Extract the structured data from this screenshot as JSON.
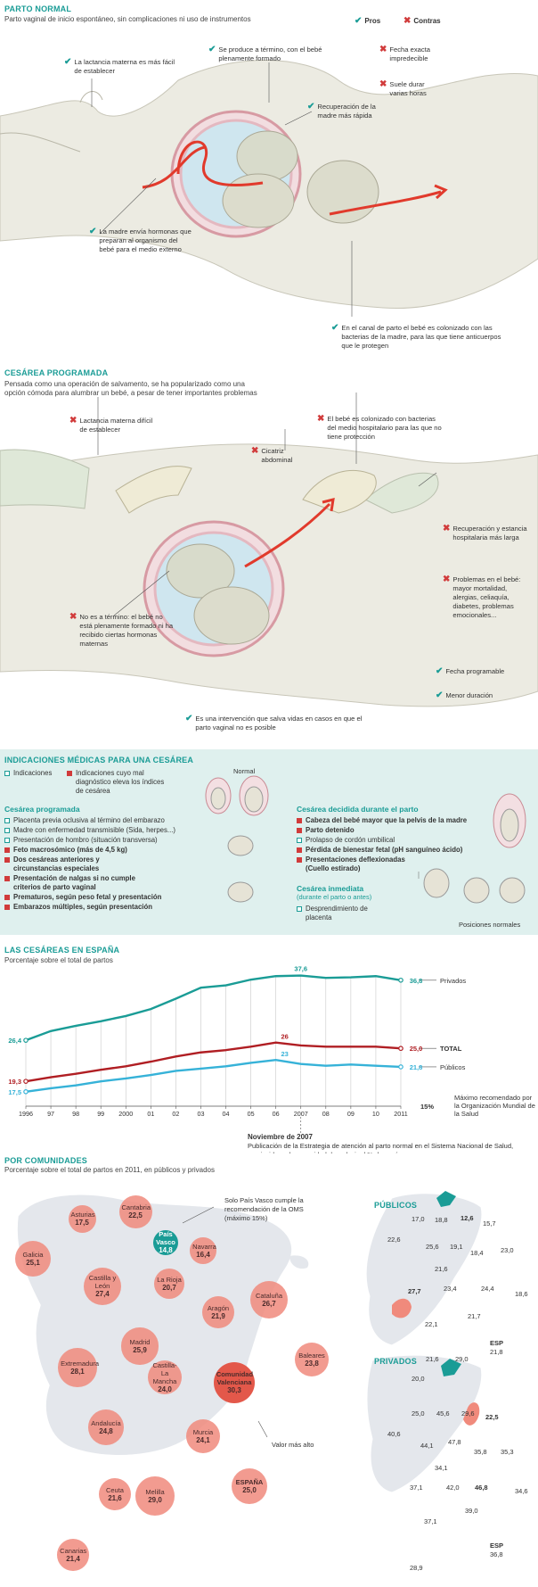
{
  "parto_normal": {
    "title": "PARTO NORMAL",
    "subtitle": "Parto vaginal de inicio espontáneo, sin complicaciones ni uso de instrumentos",
    "legend": {
      "pros": "Pros",
      "contras": "Contras"
    },
    "pros": [
      "La lactancia materna es más fácil de establecer",
      "Se produce a término, con el bebé plenamente formado",
      "Recuperación de la madre más rápida",
      "La madre envía hormonas que preparan al organismo del bebé para el medio externo",
      "En el canal de parto el bebé es colonizado con las bacterias de la madre, para las que tiene anticuerpos que le protegen"
    ],
    "contras": [
      "Fecha exacta impredecible",
      "Suele durar varias horas"
    ]
  },
  "cesarea": {
    "title": "CESÁREA PROGRAMADA",
    "subtitle_1": "Pensada como una operación de salvamento, se ha popularizado como una",
    "subtitle_2": "opción cómoda para alumbrar un bebé, a pesar de tener importantes problemas",
    "contras": [
      "Lactancia materna difícil de establecer",
      "Cicatriz abdominal",
      "El bebé es colonizado con bacterias del medio hospitalario para las que no tiene protección",
      "Recuperación y estancia hospitalaria más larga",
      "Problemas en el bebé: mayor mortalidad, alergias, celiaquía, diabetes, problemas emocionales...",
      "No es a término: el bebé no está plenamente formado ni ha recibido ciertas hormonas maternas"
    ],
    "pros": [
      "Fecha programable",
      "Menor duración",
      "Es una intervención que salva vidas en casos en que el parto vaginal no es posible"
    ]
  },
  "indicaciones": {
    "title": "INDICACIONES MÉDICAS PARA UNA CESÁREA",
    "legend_open": "Indicaciones",
    "legend_filled": "Indicaciones cuyo mal diagnóstico eleva los índices de cesárea",
    "normal_label": "Normal",
    "programada_title": "Cesárea programada",
    "programada": [
      {
        "text": "Placenta previa oclusiva al término del embarazo",
        "bold": false
      },
      {
        "text": "Madre con enfermedad transmisible (Sida, herpes...)",
        "bold": false
      },
      {
        "text": "Presentación de hombro (situación transversa)",
        "bold": false
      },
      {
        "text": "Feto macrosómico (más de 4,5 kg)",
        "bold": true
      },
      {
        "text": "Dos cesáreas anteriores y circunstancias especiales",
        "bold": true
      },
      {
        "text": "Presentación de nalgas si no cumple criterios de parto vaginal",
        "bold": true
      },
      {
        "text": "Prematuros, según peso fetal y presentación",
        "bold": true
      },
      {
        "text": "Embarazos múltiples, según presentación",
        "bold": true
      }
    ],
    "decidida_title": "Cesárea decidida durante el parto",
    "decidida": [
      {
        "text": "Cabeza del bebé mayor que la pelvis de la madre",
        "bold": true
      },
      {
        "text": "Parto detenido",
        "bold": true
      },
      {
        "text": "Prolapso de cordón umbilical",
        "bold": false
      },
      {
        "text": "Pérdida de bienestar fetal (pH sanguíneo ácido)",
        "bold": true
      },
      {
        "text": "Presentaciones deflexionadas (Cuello estirado)",
        "bold": true
      }
    ],
    "inmediata_title": "Cesárea inmediata",
    "inmediata_sub": "(durante el parto o antes)",
    "inmediata": [
      {
        "text": "Desprendimiento de placenta",
        "bold": false
      }
    ],
    "posiciones_label": "Posiciones normales"
  },
  "cesareas_espana": {
    "title": "LAS CESÁREAS EN ESPAÑA",
    "subtitle": "Porcentaje sobre el total de partos",
    "max_label": "15%",
    "max_text": "Máximo recomendado por la Organización Mundial de la Salud",
    "note_title": "Noviembre de 2007",
    "note_text": "Publicación de la Estrategia de atención al parto normal en el Sistema Nacional de Salud, que incide en la necesidad de reducir el % de cesáreas"
  },
  "chart_data": {
    "type": "line",
    "title": "LAS CESÁREAS EN ESPAÑA",
    "subtitle": "Porcentaje sobre el total de partos",
    "x": [
      "1996",
      "97",
      "98",
      "99",
      "2000",
      "01",
      "02",
      "03",
      "04",
      "05",
      "06",
      "2007",
      "08",
      "09",
      "10",
      "2011"
    ],
    "ylim": [
      15,
      38
    ],
    "series": [
      {
        "name": "Privados",
        "color": "#1a9c96",
        "values": [
          26.4,
          28.0,
          28.9,
          29.7,
          30.6,
          31.8,
          33.6,
          35.5,
          35.9,
          36.9,
          37.5,
          37.6,
          37.2,
          37.3,
          37.5,
          36.8
        ]
      },
      {
        "name": "TOTAL",
        "color": "#b01e23",
        "values": [
          19.3,
          20.0,
          20.6,
          21.3,
          21.9,
          22.7,
          23.6,
          24.3,
          24.7,
          25.3,
          26.0,
          25.5,
          25.3,
          25.3,
          25.3,
          25.0
        ]
      },
      {
        "name": "Públicos",
        "color": "#36b2d8",
        "values": [
          17.5,
          18.1,
          18.6,
          19.3,
          19.8,
          20.4,
          21.1,
          21.5,
          21.9,
          22.5,
          23.0,
          22.3,
          22.0,
          22.2,
          22.0,
          21.8
        ]
      }
    ],
    "labels": {
      "priv_start": "26,4",
      "priv_peak": "37,6",
      "priv_end": "36,8",
      "tot_start": "19,3",
      "tot_peak": "26",
      "tot_end": "25,0",
      "pub_start": "17,5",
      "pub_peak": "23",
      "pub_end": "21,8"
    }
  },
  "comunidades": {
    "title": "POR COMUNIDADES",
    "subtitle": "Porcentaje sobre el total de partos en 2011, en públicos y privados",
    "pv_note": "Solo País Vasco cumple la recomendación de la OMS (máximo 15%)",
    "max_note": "Valor más alto",
    "regions": [
      {
        "name": "Asturias",
        "value": "17,5",
        "v": 17.5
      },
      {
        "name": "Cantabria",
        "value": "22,5",
        "v": 22.5
      },
      {
        "name": "País Vasco",
        "value": "14,8",
        "v": 14.8
      },
      {
        "name": "Galicia",
        "value": "25,1",
        "v": 25.1
      },
      {
        "name": "Navarra",
        "value": "16,4",
        "v": 16.4
      },
      {
        "name": "Castilla y León",
        "value": "27,4",
        "v": 27.4
      },
      {
        "name": "La Rioja",
        "value": "20,7",
        "v": 20.7
      },
      {
        "name": "Cataluña",
        "value": "26,7",
        "v": 26.7
      },
      {
        "name": "Aragón",
        "value": "21,9",
        "v": 21.9
      },
      {
        "name": "Madrid",
        "value": "25,9",
        "v": 25.9
      },
      {
        "name": "Extremadura",
        "value": "28,1",
        "v": 28.1
      },
      {
        "name": "Castilla-La Mancha",
        "value": "24,0",
        "v": 24.0
      },
      {
        "name": "Comunidad Valenciana",
        "value": "30,3",
        "v": 30.3
      },
      {
        "name": "Baleares",
        "value": "23,8",
        "v": 23.8
      },
      {
        "name": "Andalucía",
        "value": "24,8",
        "v": 24.8
      },
      {
        "name": "Murcia",
        "value": "24,1",
        "v": 24.1
      },
      {
        "name": "Ceuta",
        "value": "21,6",
        "v": 21.6
      },
      {
        "name": "Melilla",
        "value": "29,0",
        "v": 29.0
      },
      {
        "name": "ESPAÑA",
        "value": "25,0",
        "v": 25.0
      },
      {
        "name": "Canarias",
        "value": "21,4",
        "v": 21.4
      }
    ],
    "publicos_title": "PÚBLICOS",
    "publicos_values": [
      "17,0",
      "18,8",
      "12,6",
      "15,7",
      "22,6",
      "25,6",
      "19,1",
      "18,4",
      "23,0",
      "21,6",
      "27,7",
      "23,4",
      "24,4",
      "18,6",
      "21,7",
      "22,1",
      "21,6",
      "29,0",
      "20,0"
    ],
    "publicos_esp": "ESP",
    "publicos_esp_value": "21,8",
    "privados_title": "PRIVADOS",
    "privados_values": [
      "25,0",
      "45,6",
      "29,6",
      "22,5",
      "40,6",
      "47,8",
      "44,1",
      "35,8",
      "35,3",
      "34,1",
      "37,1",
      "42,0",
      "46,8",
      "34,6",
      "39,0",
      "37,1",
      "28,9"
    ],
    "privados_esp": "ESP",
    "privados_esp_value": "36,8"
  }
}
